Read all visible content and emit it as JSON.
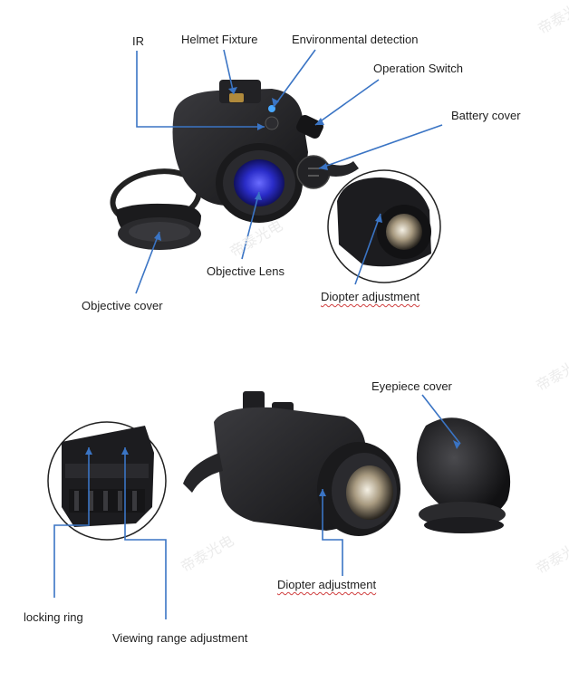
{
  "colors": {
    "leader": "#3a74c4",
    "device": "#1c1c1f",
    "lens_glow": "#2a2cc8"
  },
  "top_labels": {
    "ir": "IR",
    "helmet_fixture": "Helmet Fixture",
    "environmental_detection": "Environmental detection",
    "operation_switch": "Operation Switch",
    "battery_cover": "Battery cover",
    "objective_lens": "Objective Lens",
    "objective_cover": "Objective cover",
    "diopter_adjustment": "Diopter adjustment"
  },
  "bottom_labels": {
    "eyepiece_cover": "Eyepiece cover",
    "diopter_adjustment": "Diopter adjustment",
    "locking_ring": "locking ring",
    "viewing_range_adjustment": "Viewing range adjustment"
  },
  "watermark": "帝泰光电"
}
